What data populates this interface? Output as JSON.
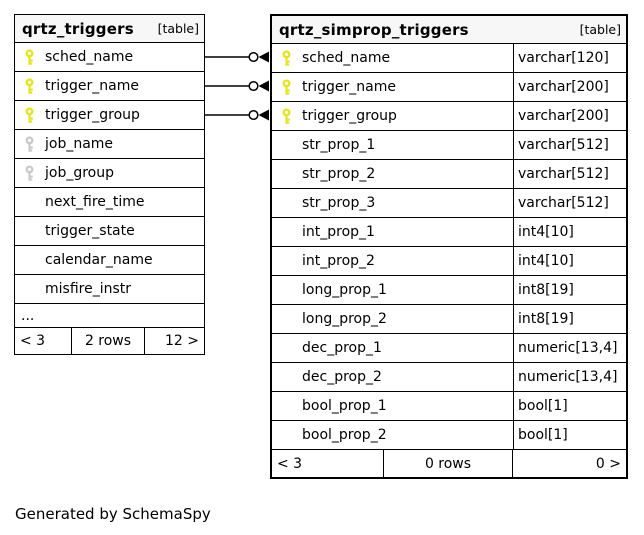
{
  "page": {
    "caption": "Generated by SchemaSpy"
  },
  "colors": {
    "key_primary": "#e4e418",
    "key_foreign": "#c9c9c9",
    "header_bg": "#f7f7f7",
    "table_border": "#000000",
    "relationship": "#000000"
  },
  "tables": [
    {
      "title": "qrtz_triggers",
      "tag": "[table]",
      "columns": [
        {
          "name": "sched_name",
          "key": "primary"
        },
        {
          "name": "trigger_name",
          "key": "primary"
        },
        {
          "name": "trigger_group",
          "key": "primary"
        },
        {
          "name": "job_name",
          "key": "foreign"
        },
        {
          "name": "job_group",
          "key": "foreign"
        },
        {
          "name": "next_fire_time",
          "key": "none"
        },
        {
          "name": "trigger_state",
          "key": "none"
        },
        {
          "name": "calendar_name",
          "key": "none"
        },
        {
          "name": "misfire_instr",
          "key": "none"
        }
      ],
      "ellipsis": "...",
      "footer": {
        "left": "< 3",
        "center": "2 rows",
        "right": "12 >"
      }
    },
    {
      "title": "qrtz_simprop_triggers",
      "tag": "[table]",
      "columns": [
        {
          "name": "sched_name",
          "type": "varchar[120]",
          "key": "primary"
        },
        {
          "name": "trigger_name",
          "type": "varchar[200]",
          "key": "primary"
        },
        {
          "name": "trigger_group",
          "type": "varchar[200]",
          "key": "primary"
        },
        {
          "name": "str_prop_1",
          "type": "varchar[512]",
          "key": "none"
        },
        {
          "name": "str_prop_2",
          "type": "varchar[512]",
          "key": "none"
        },
        {
          "name": "str_prop_3",
          "type": "varchar[512]",
          "key": "none"
        },
        {
          "name": "int_prop_1",
          "type": "int4[10]",
          "key": "none"
        },
        {
          "name": "int_prop_2",
          "type": "int4[10]",
          "key": "none"
        },
        {
          "name": "long_prop_1",
          "type": "int8[19]",
          "key": "none"
        },
        {
          "name": "long_prop_2",
          "type": "int8[19]",
          "key": "none"
        },
        {
          "name": "dec_prop_1",
          "type": "numeric[13,4]",
          "key": "none"
        },
        {
          "name": "dec_prop_2",
          "type": "numeric[13,4]",
          "key": "none"
        },
        {
          "name": "bool_prop_1",
          "type": "bool[1]",
          "key": "none"
        },
        {
          "name": "bool_prop_2",
          "type": "bool[1]",
          "key": "none"
        }
      ],
      "footer": {
        "left": "< 3",
        "center": "0 rows",
        "right": "0 >"
      }
    }
  ],
  "relationships": [
    {
      "from_table": "qrtz_triggers",
      "from_column": "sched_name",
      "to_table": "qrtz_simprop_triggers",
      "to_column": "sched_name"
    },
    {
      "from_table": "qrtz_triggers",
      "from_column": "trigger_name",
      "to_table": "qrtz_simprop_triggers",
      "to_column": "trigger_name"
    },
    {
      "from_table": "qrtz_triggers",
      "from_column": "trigger_group",
      "to_table": "qrtz_simprop_triggers",
      "to_column": "trigger_group"
    }
  ]
}
